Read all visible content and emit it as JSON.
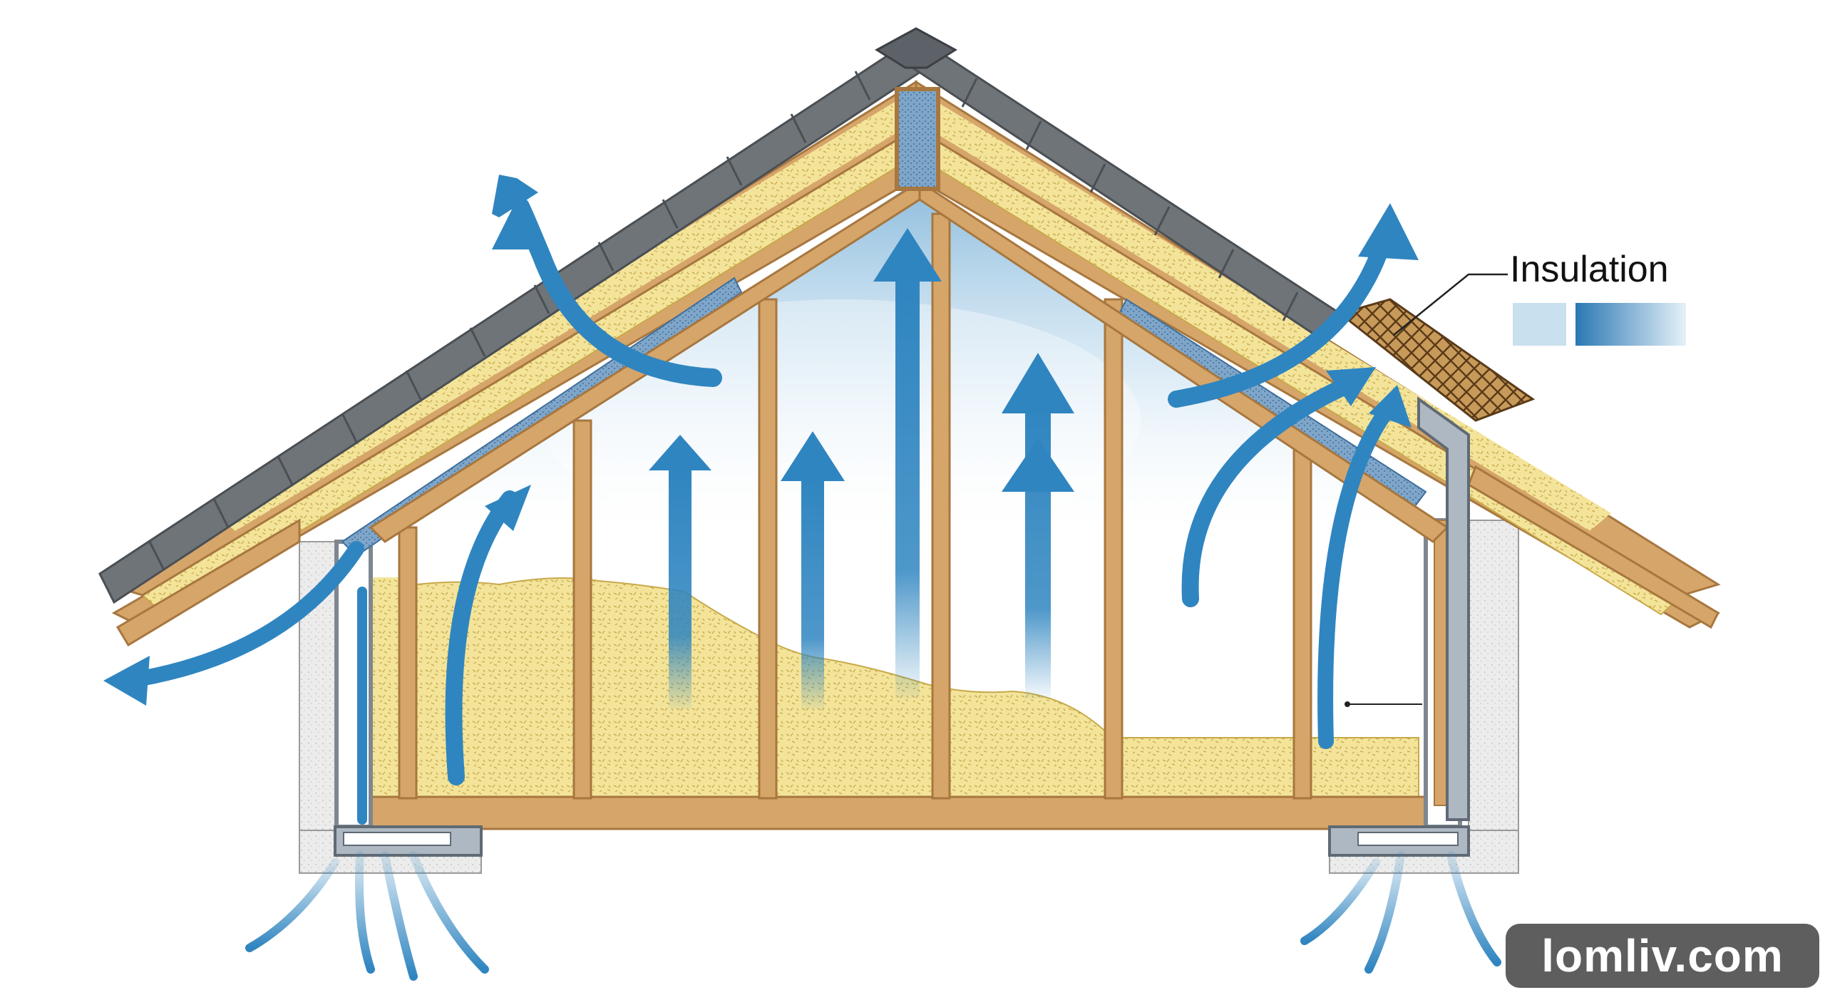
{
  "legend": {
    "title": "Insulation",
    "swatches": [
      {
        "name": "light-blue",
        "color": "#c9e0ee"
      },
      {
        "name": "gradient-blue",
        "from": "#2a78b4",
        "to": "#e6f1f8"
      }
    ]
  },
  "watermark": {
    "text": "lomliv.com"
  },
  "colors": {
    "roof_shingle": "#6f7479",
    "wood": "#d6a56a",
    "wood_dark": "#a7773f",
    "insulation": "#f3e49a",
    "insulation_speck": "#c8a94a",
    "air_blue": "#2f85c0",
    "wall_concrete": "#e8e8e8",
    "vent_gray": "#8e98a3"
  }
}
